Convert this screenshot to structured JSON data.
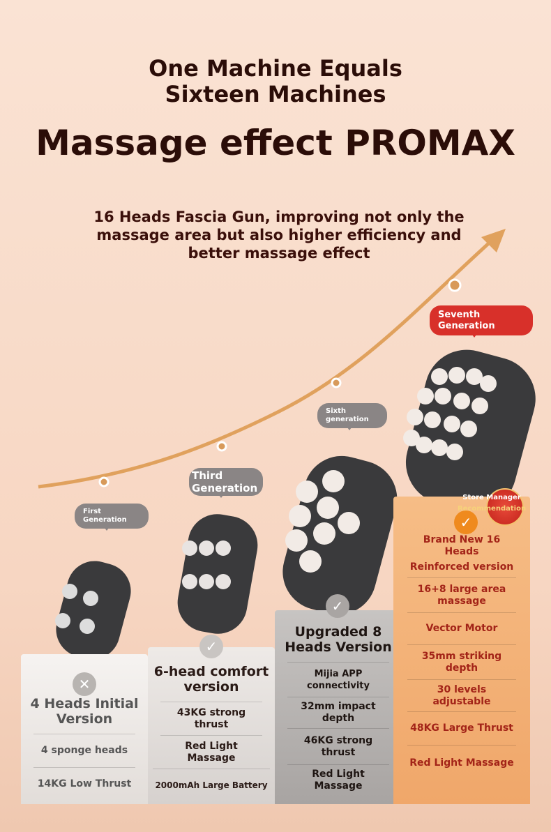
{
  "header": {
    "line1": "One Machine Equals",
    "line2": "Sixteen Machines",
    "title": "Massage effect PROMAX"
  },
  "subtitle": "16 Heads Fascia Gun, improving not only the massage area but also higher efficiency and better massage effect",
  "generations": [
    "First Generation",
    "Third Generation",
    "Sixth generation",
    "Seventh Generation"
  ],
  "badge": {
    "line1": "Store Manager",
    "line2": "Recommendation"
  },
  "colors": {
    "accent": "#e0a15d",
    "orange": "#f2a468",
    "red": "#d8302a"
  },
  "columns": [
    {
      "title": "4 Heads Initial Version",
      "icon": "x-icon",
      "items": [
        "4 sponge heads",
        "14KG Low Thrust"
      ]
    },
    {
      "title": "6-head comfort version",
      "icon": "check-icon",
      "items": [
        "43KG strong thrust",
        "Red Light Massage",
        "2000mAh Large Battery"
      ]
    },
    {
      "title": "Upgraded 8 Heads Version",
      "icon": "check-icon",
      "items": [
        "Mijia APP connectivity",
        "32mm impact depth",
        "46KG strong thrust",
        "Red Light Massage"
      ]
    },
    {
      "title": "",
      "icon": "check-icon",
      "items": [
        "Brand New 16 Heads",
        "Reinforced version",
        "16+8 large area massage",
        "Vector Motor",
        "35mm striking depth",
        "30 levels adjustable",
        "48KG Large Thrust",
        "Red Light Massage"
      ]
    }
  ]
}
